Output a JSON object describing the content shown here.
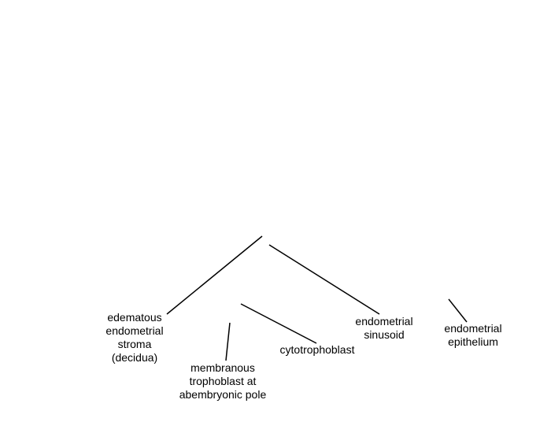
{
  "colors": {
    "background": "#ffffff",
    "line": "#000000",
    "text": "#000000"
  },
  "labels": {
    "stroma": "edematous\nendometrial\nstroma\n(decidua)",
    "membranous": "membranous\ntrophoblast at\nabembryonic pole",
    "cytotrophoblast": "cytotrophoblast",
    "sinusoid": "endometrial\nsinusoid",
    "epithelium": "endometrial\nepithelium"
  }
}
